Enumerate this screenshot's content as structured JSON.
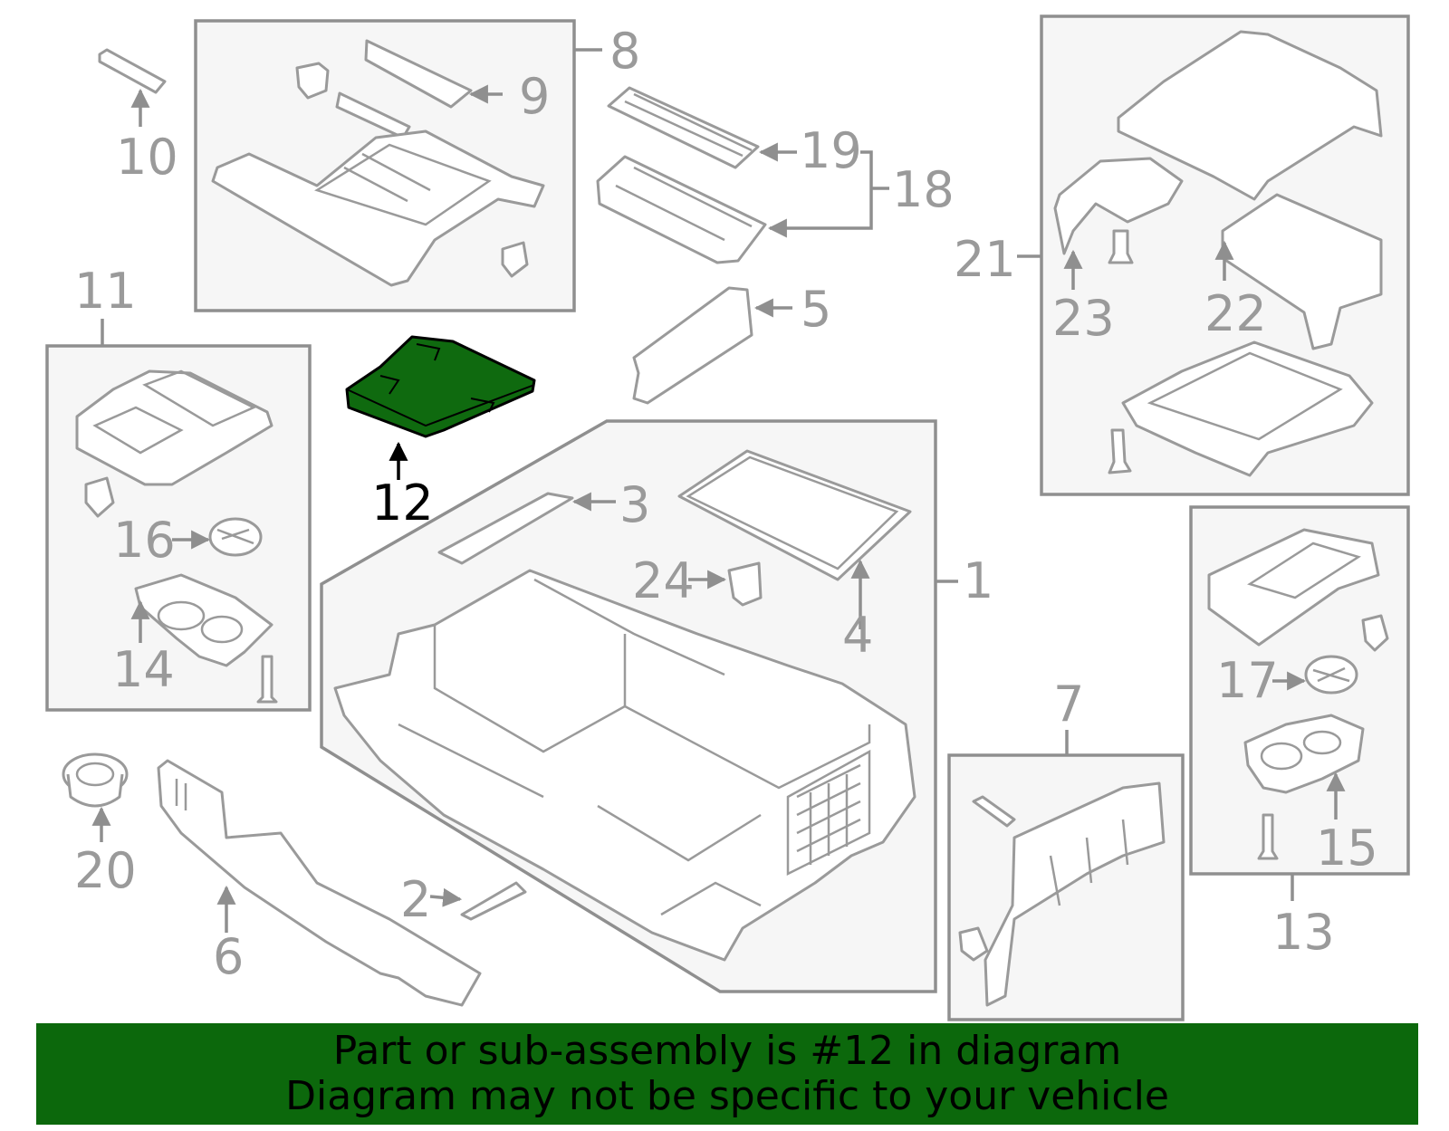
{
  "callouts": {
    "c1": "1",
    "c2": "2",
    "c3": "3",
    "c4": "4",
    "c5": "5",
    "c6": "6",
    "c7": "7",
    "c8": "8",
    "c9": "9",
    "c10": "10",
    "c11": "11",
    "c12": "12",
    "c13": "13",
    "c14": "14",
    "c15": "15",
    "c16": "16",
    "c17": "17",
    "c18": "18",
    "c19": "19",
    "c20": "20",
    "c21": "21",
    "c22": "22",
    "c23": "23",
    "c24": "24"
  },
  "highlighted_part": "12",
  "colors": {
    "highlight": "#0f6a0f",
    "banner": "#0c680c",
    "line": "#9a9a9a"
  },
  "banner": {
    "line1": "Part or sub-assembly is #12 in diagram",
    "line2": "Diagram may not be specific to your vehicle"
  }
}
